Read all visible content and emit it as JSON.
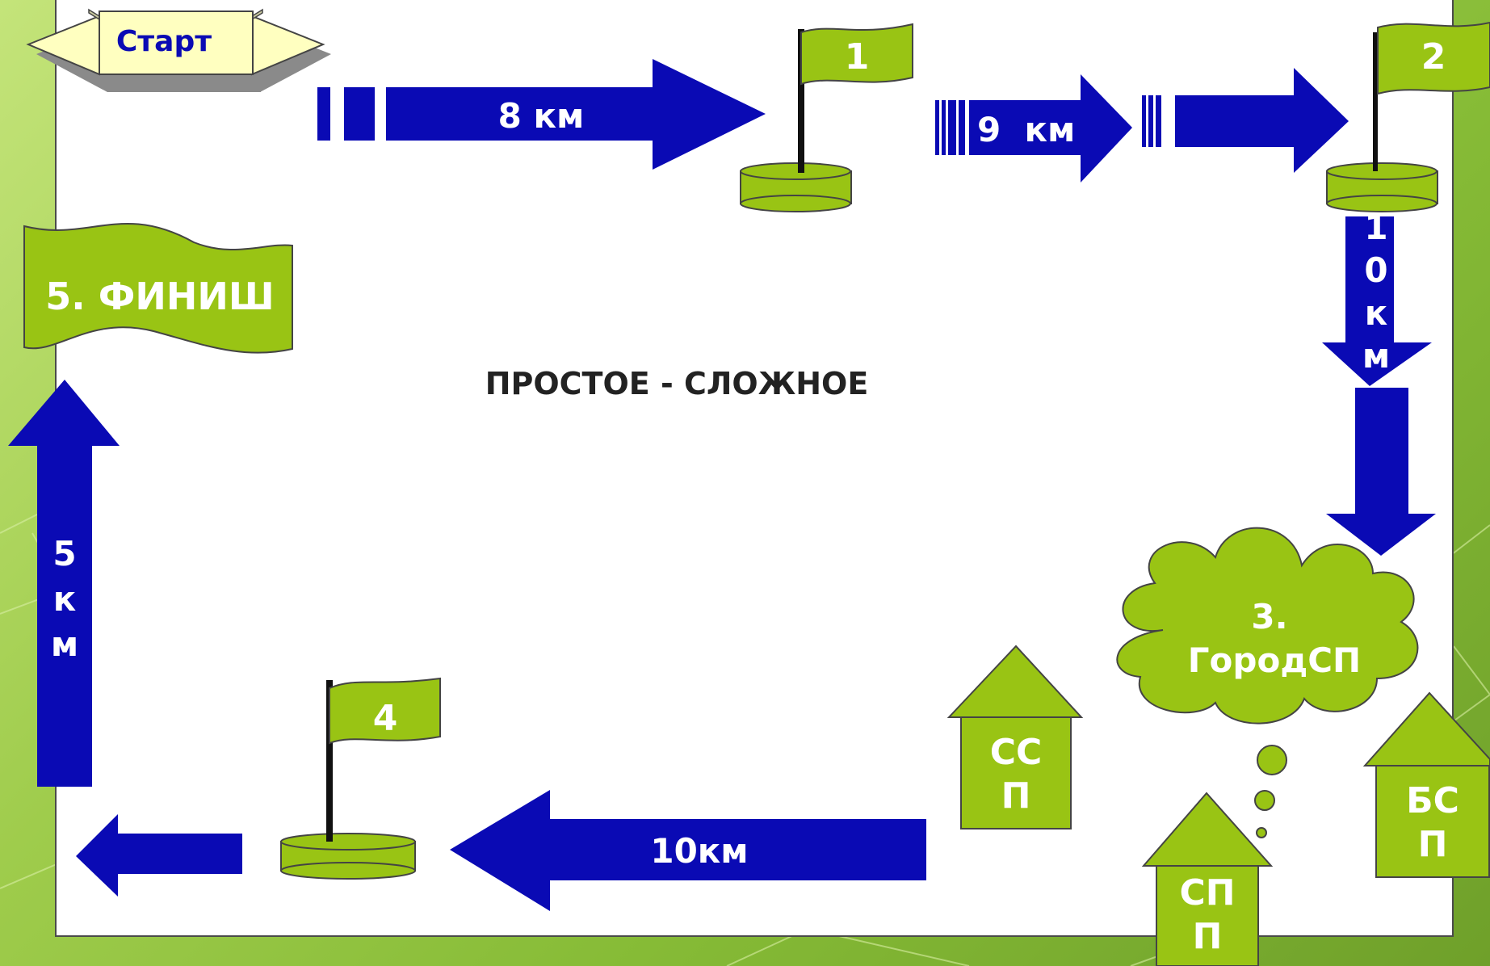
{
  "start_label": "Старт",
  "center_title": "ПРОСТОЕ - СЛОЖНОЕ",
  "flags": {
    "f1": "1",
    "f2": "2",
    "f4": "4"
  },
  "distances": {
    "d1": "8 км",
    "d2": "9  км",
    "d3_chars": [
      "1",
      "0",
      "к",
      "м"
    ],
    "d4": "10км",
    "d5_chars": [
      "5",
      "к",
      "м"
    ]
  },
  "city": {
    "line1": "3.",
    "line2": "ГородСП"
  },
  "finish": "5. ФИНИШ",
  "houses": {
    "ssp": {
      "line1": "СС",
      "line2": "П"
    },
    "spp": {
      "line1": "СП",
      "line2": "П"
    },
    "bsp": {
      "line1": "БС",
      "line2": "П"
    }
  },
  "colors": {
    "arrow": "#0a0ab4",
    "green": "#99c414",
    "banner": "#ffffc0"
  }
}
